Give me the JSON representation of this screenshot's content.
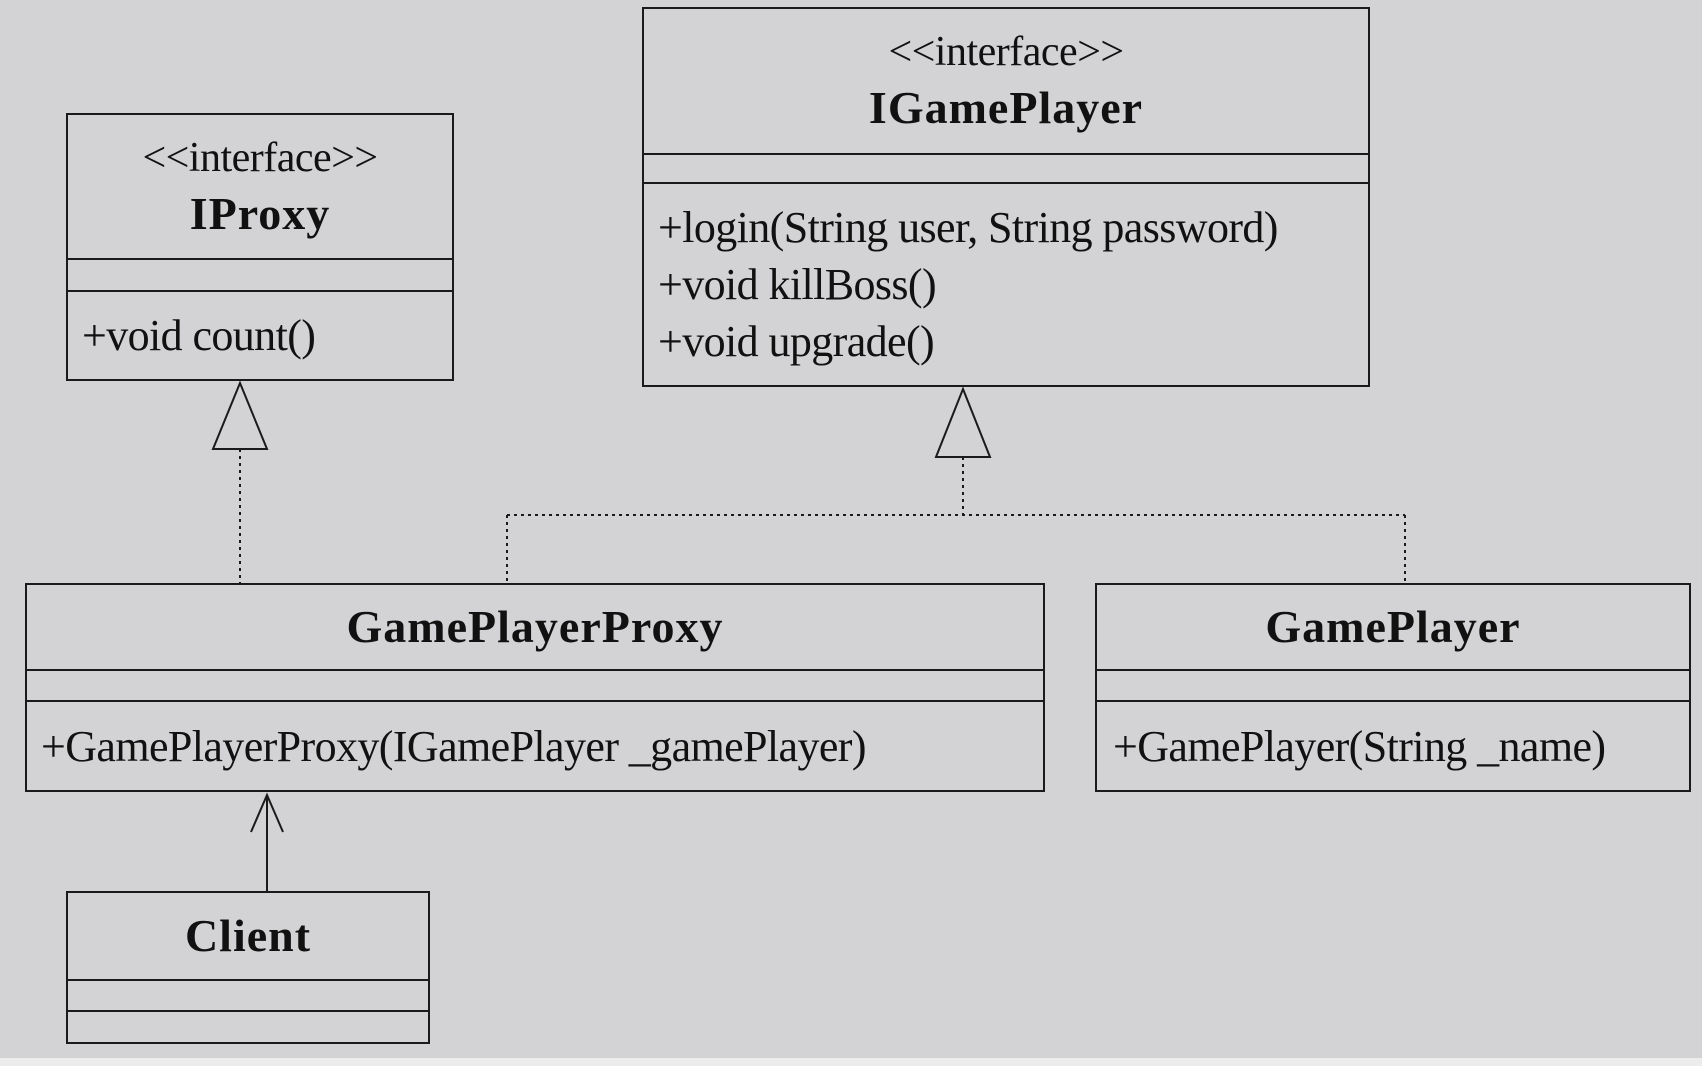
{
  "diagram": {
    "classes": {
      "iproxy": {
        "stereotype": "<<interface>>",
        "name": "IProxy",
        "operations": [
          "+void count()"
        ]
      },
      "igameplayer": {
        "stereotype": "<<interface>>",
        "name": "IGamePlayer",
        "operations": [
          "+login(String user, String password)",
          "+void killBoss()",
          "+void upgrade()"
        ]
      },
      "gameplayerproxy": {
        "name": "GamePlayerProxy",
        "operations": [
          "+GamePlayerProxy(IGamePlayer _gamePlayer)"
        ]
      },
      "gameplayer": {
        "name": "GamePlayer",
        "operations": [
          "+GamePlayer(String _name)"
        ]
      },
      "client": {
        "name": "Client",
        "operations": []
      }
    },
    "relationships": [
      {
        "type": "realization",
        "from": "GamePlayerProxy",
        "to": "IProxy"
      },
      {
        "type": "realization",
        "from": "GamePlayerProxy",
        "to": "IGamePlayer"
      },
      {
        "type": "realization",
        "from": "GamePlayer",
        "to": "IGamePlayer"
      },
      {
        "type": "association",
        "from": "Client",
        "to": "GamePlayerProxy"
      }
    ],
    "colors": {
      "background": "#d3d3d5",
      "line": "#1a1a1a"
    }
  }
}
